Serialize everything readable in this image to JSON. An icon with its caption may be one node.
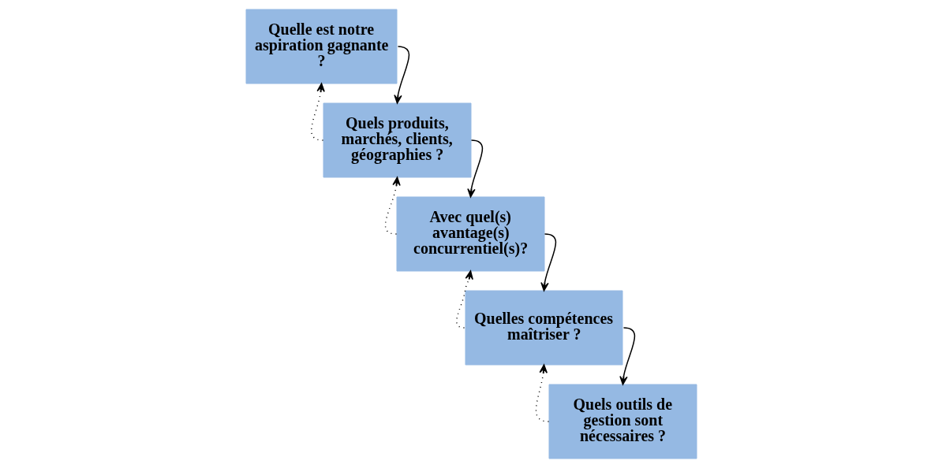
{
  "diagram": {
    "nodes": [
      {
        "text": [
          "Quelle est notre aspiration gagnante ?"
        ]
      },
      {
        "text": [
          "Quels produits, marchés, clients, géographies ?"
        ]
      },
      {
        "text": [
          "Avec quel(s) avantage(s) concurrentiel(s)?"
        ]
      },
      {
        "text": [
          "Quelles compétences maîtriser ?"
        ]
      },
      {
        "text": [
          "Quels outils de gestion sont nécessaires ?"
        ]
      }
    ],
    "edges": [
      {
        "from": 0,
        "to": 1,
        "arrow": "to"
      },
      {
        "from": 1,
        "to": 2,
        "arrow": "to"
      },
      {
        "from": 2,
        "to": 3,
        "arrow": "to"
      },
      {
        "from": 3,
        "to": 4,
        "arrow": "to"
      },
      {
        "from": 1,
        "to": 0,
        "arrow": "to",
        "style": "dashed"
      },
      {
        "from": 2,
        "to": 1,
        "arrow": "to",
        "style": "dashed"
      },
      {
        "from": 3,
        "to": 2,
        "arrow": "to",
        "style": "dashed"
      },
      {
        "from": 4,
        "to": 3,
        "arrow": "to",
        "style": "dashed"
      }
    ]
  }
}
